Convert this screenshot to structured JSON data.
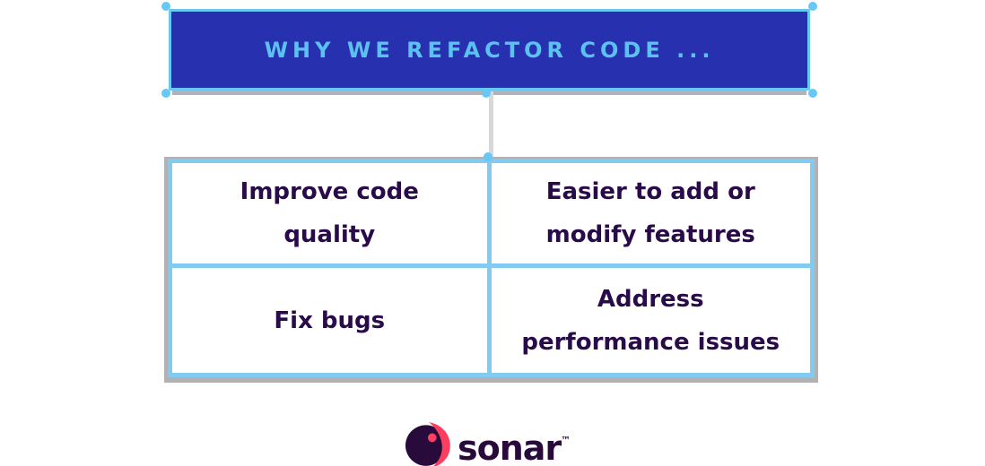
{
  "header": {
    "title": "WHY WE REFACTOR CODE ...",
    "fill_color": "#2731B0",
    "text_color": "#5BC2F0"
  },
  "selection": {
    "outline_color": "#67C7F5",
    "handle_fill": "#FFFFFF",
    "handle_ring": "#67C7F5"
  },
  "connector": {
    "color": "#D8D8DB",
    "from": "header-bottom-center",
    "to": "table-top-center"
  },
  "table": {
    "border_color": "#82CAEF",
    "shadow_color": "#B2B2B5",
    "text_color": "#2A0B49",
    "rows": 2,
    "columns": 2,
    "cells": [
      {
        "label": "Improve code quality",
        "lines": [
          "Improve code",
          "quality"
        ]
      },
      {
        "label": "Easier to add or modify features",
        "lines": [
          "Easier to add or",
          "modify features"
        ]
      },
      {
        "label": "Fix bugs",
        "lines": [
          "Fix bugs"
        ]
      },
      {
        "label": "Address performance issues",
        "lines": [
          "Address",
          "performance issues"
        ]
      }
    ]
  },
  "logo": {
    "text": "sonar",
    "trademark": "™",
    "icon": "sonar-swirl-icon",
    "purple": "#290B3B",
    "pink": "#FD3E5E"
  }
}
